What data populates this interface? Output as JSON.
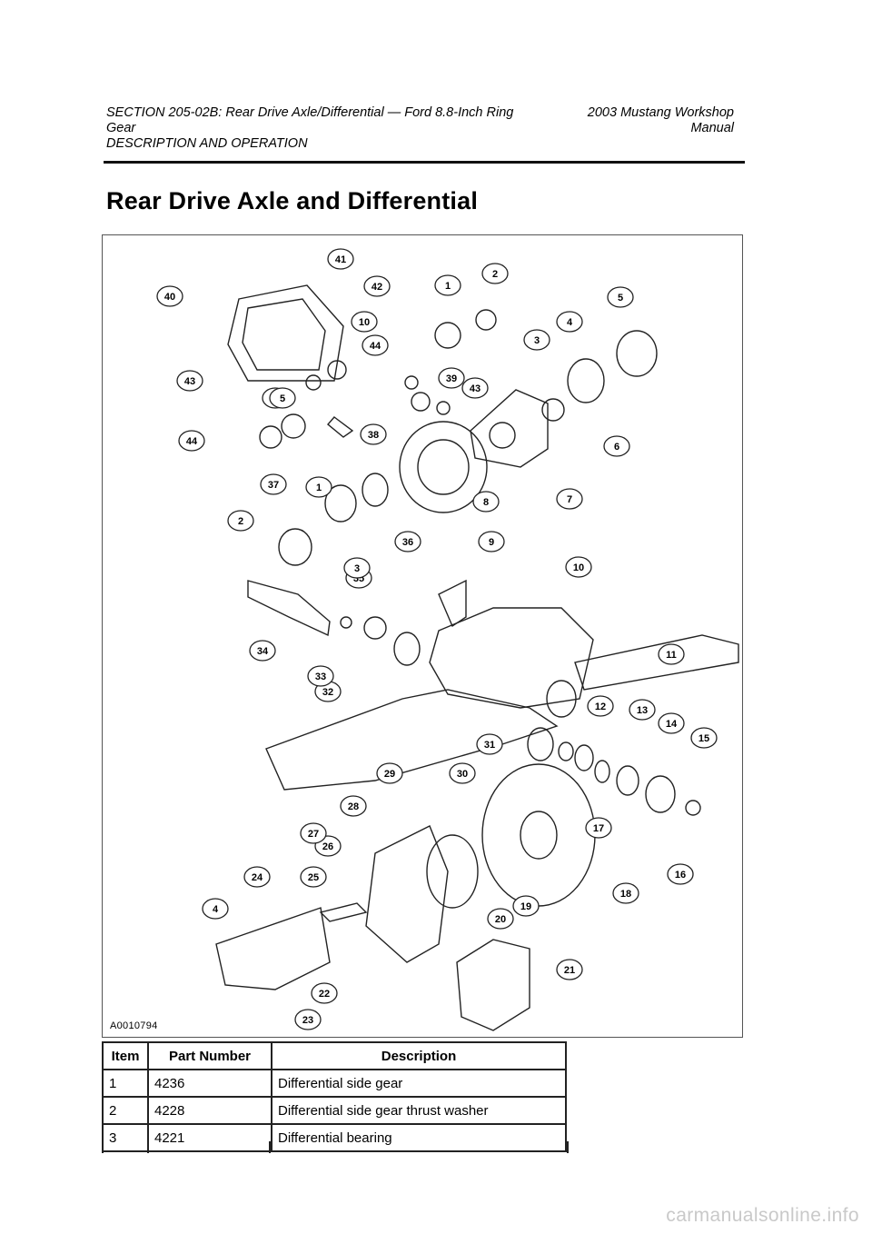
{
  "header": {
    "section": "SECTION 205-02B: Rear Drive Axle/Differential — Ford 8.8-Inch Ring Gear",
    "category": "DESCRIPTION AND OPERATION",
    "manual": "2003 Mustang Workshop Manual"
  },
  "page_title": "Rear Drive Axle and Differential",
  "figure": {
    "id": "A0010794",
    "callouts": [
      "1",
      "2",
      "3",
      "4",
      "5",
      "6",
      "7",
      "8",
      "9",
      "10",
      "11",
      "12",
      "13",
      "14",
      "15",
      "16",
      "17",
      "18",
      "19",
      "20",
      "21",
      "22",
      "23",
      "24",
      "25",
      "26",
      "27",
      "28",
      "29",
      "30",
      "31",
      "32",
      "33",
      "34",
      "35",
      "36",
      "37",
      "38",
      "39",
      "40",
      "41",
      "42",
      "43",
      "44",
      "1",
      "2",
      "3",
      "4",
      "5",
      "10",
      "39",
      "43",
      "44"
    ]
  },
  "table": {
    "headers": [
      "Item",
      "Part Number",
      "Description"
    ],
    "rows": [
      [
        "1",
        "4236",
        "Differential side gear"
      ],
      [
        "2",
        "4228",
        "Differential side gear thrust washer"
      ],
      [
        "3",
        "4221",
        "Differential bearing"
      ]
    ]
  },
  "watermark": "carmanualsonline.info"
}
